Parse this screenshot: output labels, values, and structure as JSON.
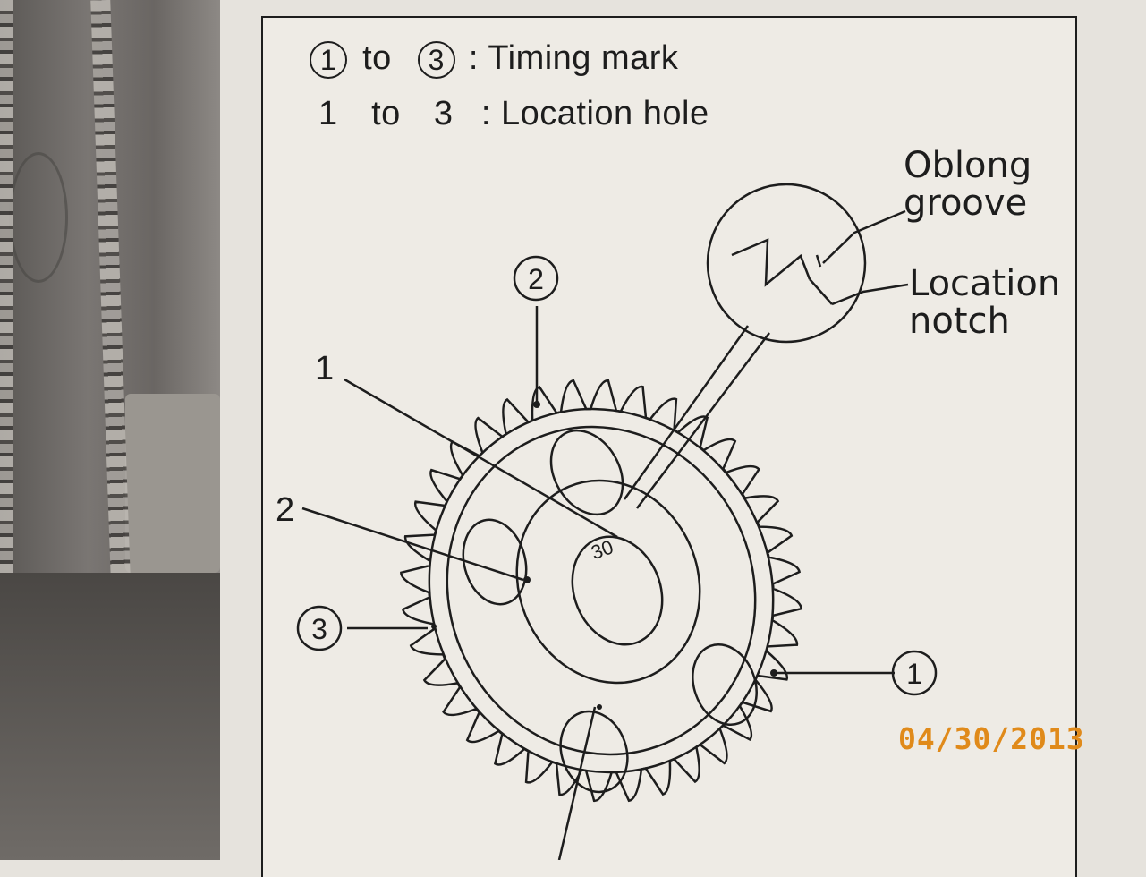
{
  "legend": {
    "row1": {
      "from": "1",
      "to_word": "to",
      "to": "3",
      "label": ": Timing mark"
    },
    "row2": {
      "from": "1",
      "to_word": "to",
      "to": "3",
      "label": ": Location hole"
    }
  },
  "callouts": {
    "oblong_groove": "Oblong\ngroove",
    "location_notch": "Location\nnotch",
    "timing_mark_top": "2",
    "timing_mark_left": "3",
    "timing_mark_right": "1",
    "hole_1": "1",
    "hole_2": "2",
    "sprocket_label": "30"
  },
  "date_stamp": "04/30/2013",
  "colors": {
    "ink": "#1d1d1d",
    "paper": "#eeebe5",
    "stamp": "#e08a1a"
  }
}
